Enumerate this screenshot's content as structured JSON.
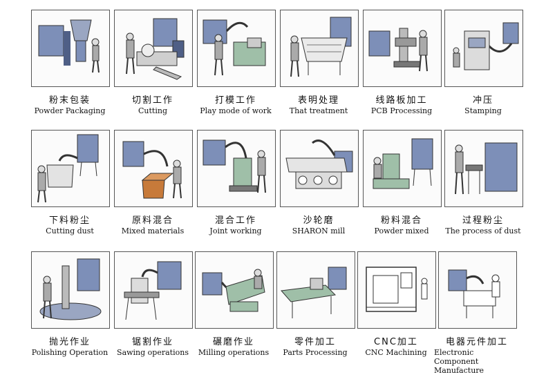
{
  "items": [
    {
      "cn": "粉末包装",
      "en": "Powder Packaging",
      "icon": "powder-packaging-illustration"
    },
    {
      "cn": "切割工作",
      "en": "Cutting",
      "icon": "cutting-illustration"
    },
    {
      "cn": "打模工作",
      "en": "Play mode of work",
      "icon": "mold-work-illustration"
    },
    {
      "cn": "表明处理",
      "en": "That treatment",
      "icon": "surface-treatment-illustration"
    },
    {
      "cn": "线路板加工",
      "en": "PCB Processing",
      "icon": "pcb-processing-illustration"
    },
    {
      "cn": "冲压",
      "en": "Stamping",
      "icon": "stamping-illustration"
    },
    {
      "cn": "下料粉尘",
      "en": "Cutting dust",
      "icon": "cutting-dust-illustration"
    },
    {
      "cn": "原料混合",
      "en": "Mixed materials",
      "icon": "mixed-materials-illustration"
    },
    {
      "cn": "混合工作",
      "en": "Joint working",
      "icon": "joint-working-illustration"
    },
    {
      "cn": "沙轮磨",
      "en": "SHARON mill",
      "icon": "sand-mill-illustration"
    },
    {
      "cn": "粉料混合",
      "en": "Powder mixed",
      "icon": "powder-mixed-illustration"
    },
    {
      "cn": "过程粉尘",
      "en": "The process of dust",
      "icon": "process-dust-illustration"
    },
    {
      "cn": "抛光作业",
      "en": "Polishing Operation",
      "icon": "polishing-illustration"
    },
    {
      "cn": "锯割作业",
      "en": "Sawing operations",
      "icon": "sawing-illustration"
    },
    {
      "cn": "碾磨作业",
      "en": "Milling operations",
      "icon": "milling-illustration"
    },
    {
      "cn": "零件加工",
      "en": "Parts Processing",
      "icon": "parts-processing-illustration"
    },
    {
      "cn": "CNC加工",
      "en": "CNC Machining",
      "icon": "cnc-machining-illustration"
    },
    {
      "cn": "电器元件加工",
      "en": "Electronic Component Manufacture",
      "icon": "electronic-component-illustration"
    }
  ],
  "colors": {
    "machine": "#7d8fb8",
    "machine_dark": "#4f5f86",
    "bench": "#9fbfa8",
    "worker": "#c8c8c8",
    "accent_box": "#c77a3a",
    "outline": "#333333"
  }
}
